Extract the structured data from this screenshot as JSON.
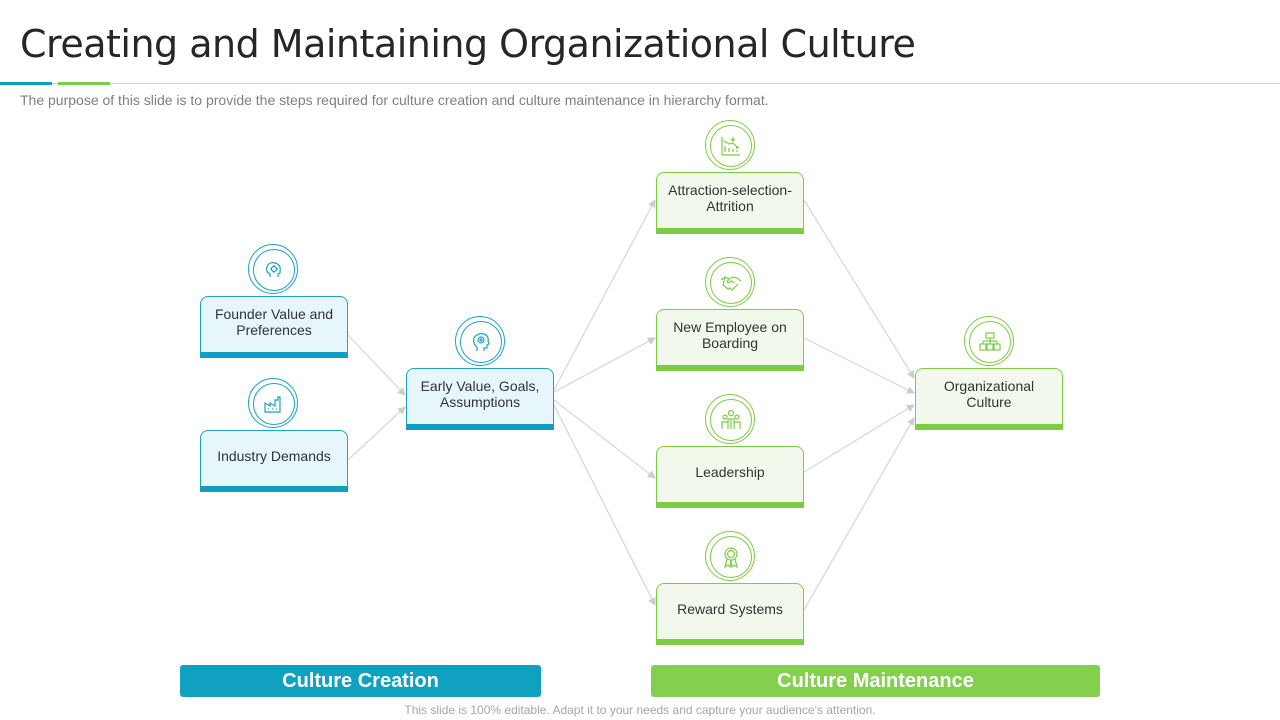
{
  "title": "Creating and Maintaining Organizational Culture",
  "subtitle": "The purpose of this slide is to provide the steps required for culture creation and culture maintenance in hierarchy format.",
  "colors": {
    "creation": "#10a0c0",
    "maintenance": "#85cf4f",
    "connector": "#d6d6d6"
  },
  "nodes": {
    "founder": {
      "label": "Founder Value and Preferences",
      "icon": "brain-gear-icon"
    },
    "industry": {
      "label": "Industry Demands",
      "icon": "factory-icon"
    },
    "early": {
      "label": "Early Value, Goals, Assumptions",
      "icon": "head-gear-icon"
    },
    "attraction": {
      "label": "Attraction-selection-Attrition",
      "icon": "declining-chart-icon"
    },
    "onboarding": {
      "label": "New Employee on Boarding",
      "icon": "handshake-icon"
    },
    "leadership": {
      "label": "Leadership",
      "icon": "leader-team-icon"
    },
    "reward": {
      "label": "Reward Systems",
      "icon": "award-badge-icon"
    },
    "org_culture": {
      "label": "Organizational Culture",
      "icon": "organization-icon"
    }
  },
  "bars": {
    "creation": "Culture Creation",
    "maintenance": "Culture Maintenance"
  },
  "footer": "This slide is 100% editable. Adapt it to your needs and capture your audience's attention."
}
